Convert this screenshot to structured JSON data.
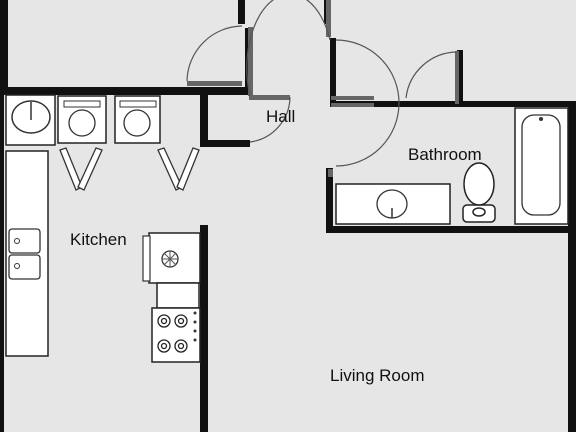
{
  "rooms": {
    "hall": "Hall",
    "bathroom": "Bathroom",
    "kitchen": "Kitchen",
    "living_room": "Living Room"
  },
  "colors": {
    "wall": "#111111",
    "floor": "#e6e6e6",
    "fixture_fill": "#ffffff",
    "door_jamb": "#666666",
    "door_swing": "#555555"
  }
}
